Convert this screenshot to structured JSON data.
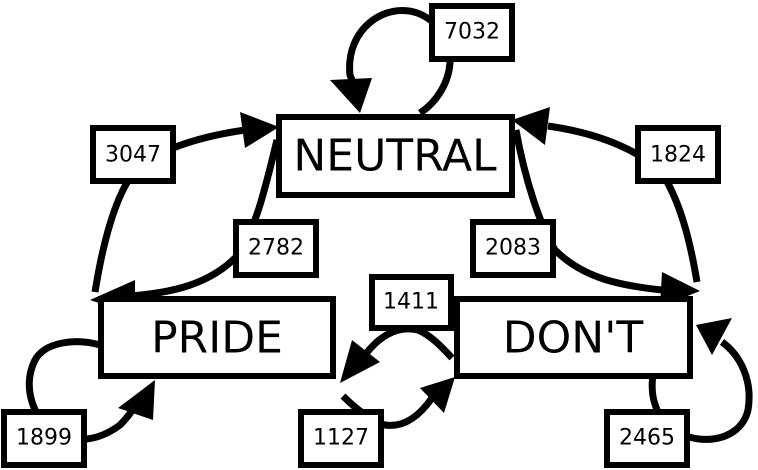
{
  "states": {
    "neutral": "NEUTRAL",
    "pride": "PRIDE",
    "dont": "DON'T"
  },
  "transitions": {
    "neutral_self": "7032",
    "pride_to_neutral": "3047",
    "neutral_to_pride": "2782",
    "dont_to_neutral": "1824",
    "neutral_to_dont": "2083",
    "dont_to_pride": "1411",
    "pride_to_dont": "1127",
    "pride_self": "1899",
    "dont_self": "2465"
  },
  "colors": {
    "stroke": "#000000",
    "fill": "#ffffff"
  }
}
